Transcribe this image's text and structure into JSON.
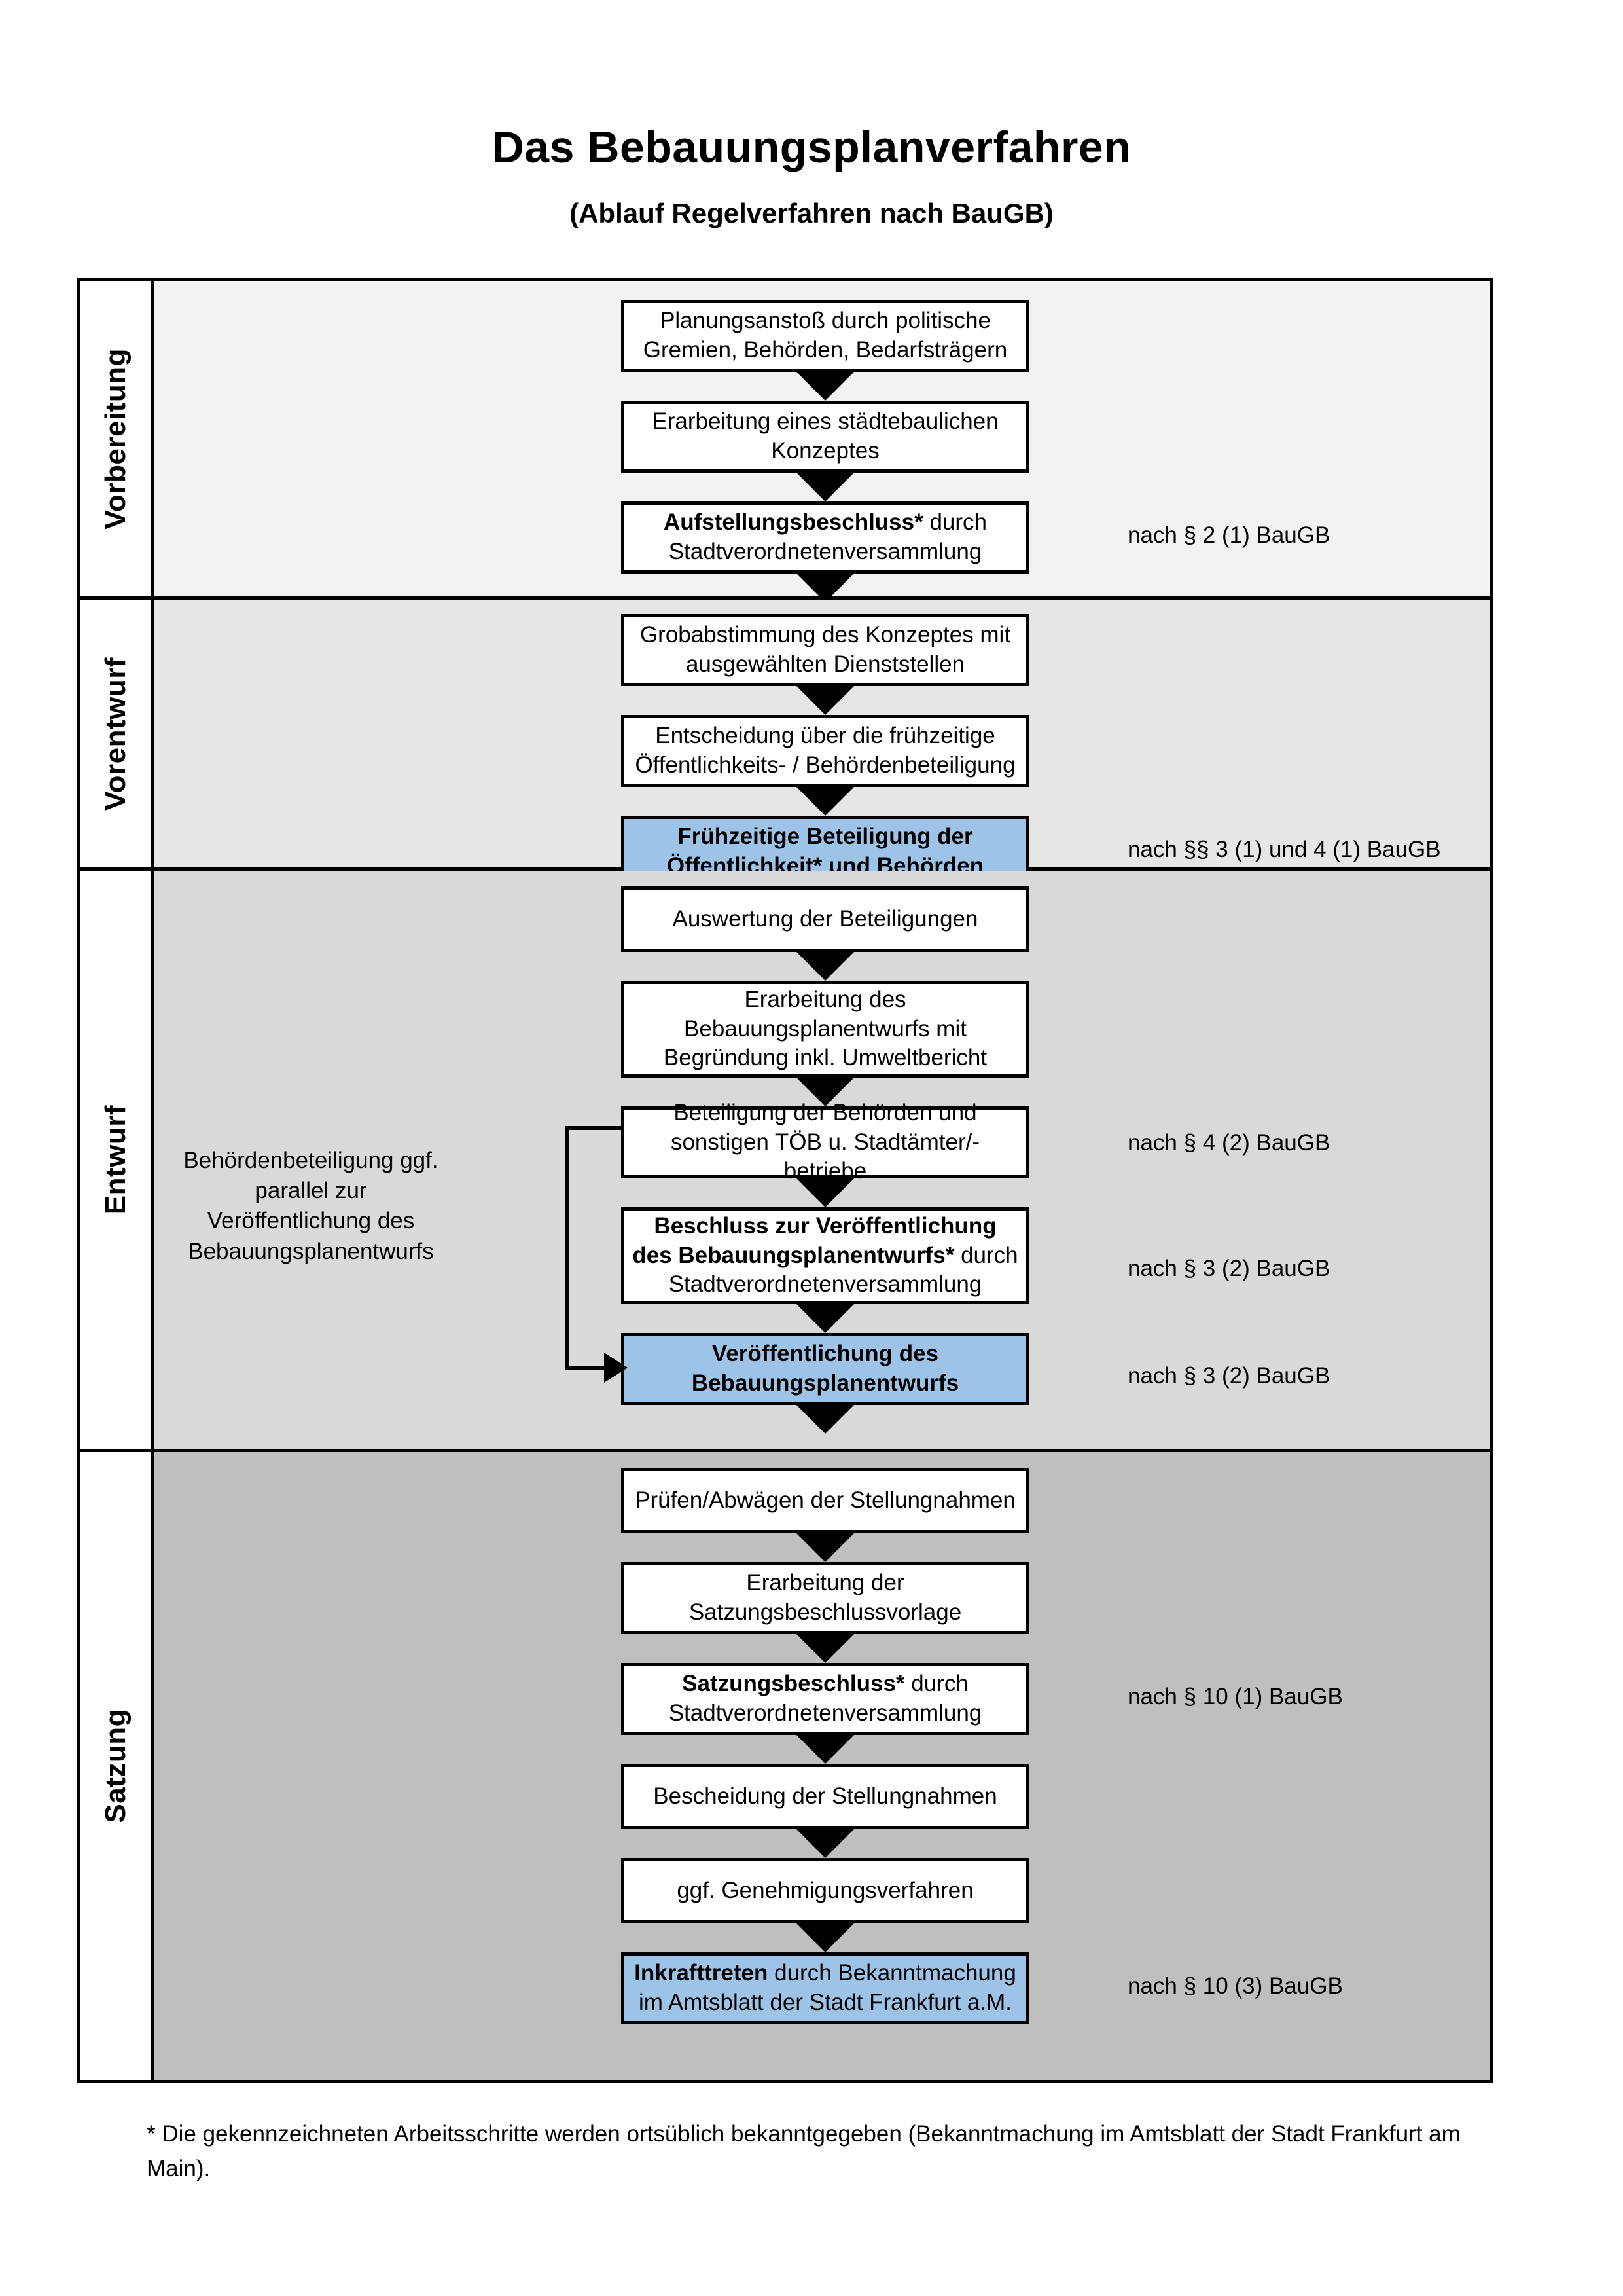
{
  "header": {
    "title": "Das Bebauungsplanverfahren",
    "subtitle": "(Ablauf Regelverfahren nach BauGB)"
  },
  "colors": {
    "highlight_blue": "#9dc3e6",
    "band1_bg": "#f2f2f2",
    "band2_bg": "#e6e6e6",
    "band3_bg": "#d9d9d9",
    "band4_bg": "#bfbfbf",
    "border": "#000000"
  },
  "phases": [
    {
      "id": "vorbereitung",
      "label": "Vorbereitung",
      "steps": [
        {
          "text": "Planungsanstoß durch politische Gremien, Behörden, Bedarfsträgern",
          "bold_prefix": "",
          "highlight": false
        },
        {
          "text": "Erarbeitung eines städtebaulichen Konzeptes",
          "bold_prefix": "",
          "highlight": false
        },
        {
          "text": "durch Stadtverordnetenversammlung",
          "bold_prefix": "Aufstellungsbeschluss*",
          "highlight": false
        }
      ],
      "legal": [
        {
          "text": "nach § 2 (1) BauGB"
        }
      ]
    },
    {
      "id": "vorentwurf",
      "label": "Vorentwurf",
      "steps": [
        {
          "text": "Grobabstimmung des Konzeptes mit ausgewählten Dienststellen",
          "bold_prefix": "",
          "highlight": false
        },
        {
          "text": "Entscheidung über die frühzeitige Öffentlichkeits- / Behördenbeteiligung",
          "bold_prefix": "",
          "highlight": false
        },
        {
          "text": "Frühzeitige Beteiligung der Öffentlichkeit* und Behörden",
          "bold_prefix": "",
          "highlight": true
        }
      ],
      "legal": [
        {
          "text": "nach §§ 3 (1) und 4 (1) BauGB"
        }
      ]
    },
    {
      "id": "entwurf",
      "label": "Entwurf",
      "sidenote": "Behördenbeteiligung ggf. parallel zur Veröffentlichung des Bebauungsplanentwurfs",
      "steps": [
        {
          "text": "Auswertung der Beteiligungen",
          "bold_prefix": "",
          "highlight": false
        },
        {
          "text": "Erarbeitung des Bebauungsplanentwurfs mit Begründung inkl. Umweltbericht",
          "bold_prefix": "",
          "highlight": false
        },
        {
          "text": "Beteiligung der Behörden und sonstigen TÖB u. Stadtämter/-betriebe",
          "bold_prefix": "",
          "highlight": false
        },
        {
          "text": "durch Stadtverordnetenversammlung",
          "bold_prefix": "Beschluss zur Veröffentlichung des Bebauungsplanentwurfs*",
          "highlight": false
        },
        {
          "text": "Veröffentlichung des Bebauungsplanentwurfs",
          "bold_prefix": "",
          "highlight": true
        }
      ],
      "legal": [
        {
          "text": "nach § 4 (2) BauGB"
        },
        {
          "text": "nach § 3 (2) BauGB"
        },
        {
          "text": "nach § 3 (2) BauGB"
        }
      ]
    },
    {
      "id": "satzung",
      "label": "Satzung",
      "steps": [
        {
          "text": "Prüfen/Abwägen der Stellungnahmen",
          "bold_prefix": "",
          "highlight": false
        },
        {
          "text": "Erarbeitung der Satzungsbeschlussvorlage",
          "bold_prefix": "",
          "highlight": false
        },
        {
          "text": "durch Stadtverordnetenversammlung",
          "bold_prefix": "Satzungsbeschluss*",
          "highlight": false
        },
        {
          "text": "Bescheidung der Stellungnahmen",
          "bold_prefix": "",
          "highlight": false
        },
        {
          "text": "ggf. Genehmigungsverfahren",
          "bold_prefix": "",
          "highlight": false
        },
        {
          "text": "durch Bekanntmachung im Amtsblatt der Stadt Frankfurt a.M.",
          "bold_prefix": "Inkrafttreten",
          "highlight": true
        }
      ],
      "legal": [
        {
          "text": "nach § 10 (1) BauGB"
        },
        {
          "text": "nach § 10 (3) BauGB"
        }
      ]
    }
  ],
  "footnote": "* Die gekennzeichneten Arbeitsschritte werden ortsüblich bekanntgegeben (Bekanntmachung im Amtsblatt  der Stadt Frankfurt am Main)."
}
